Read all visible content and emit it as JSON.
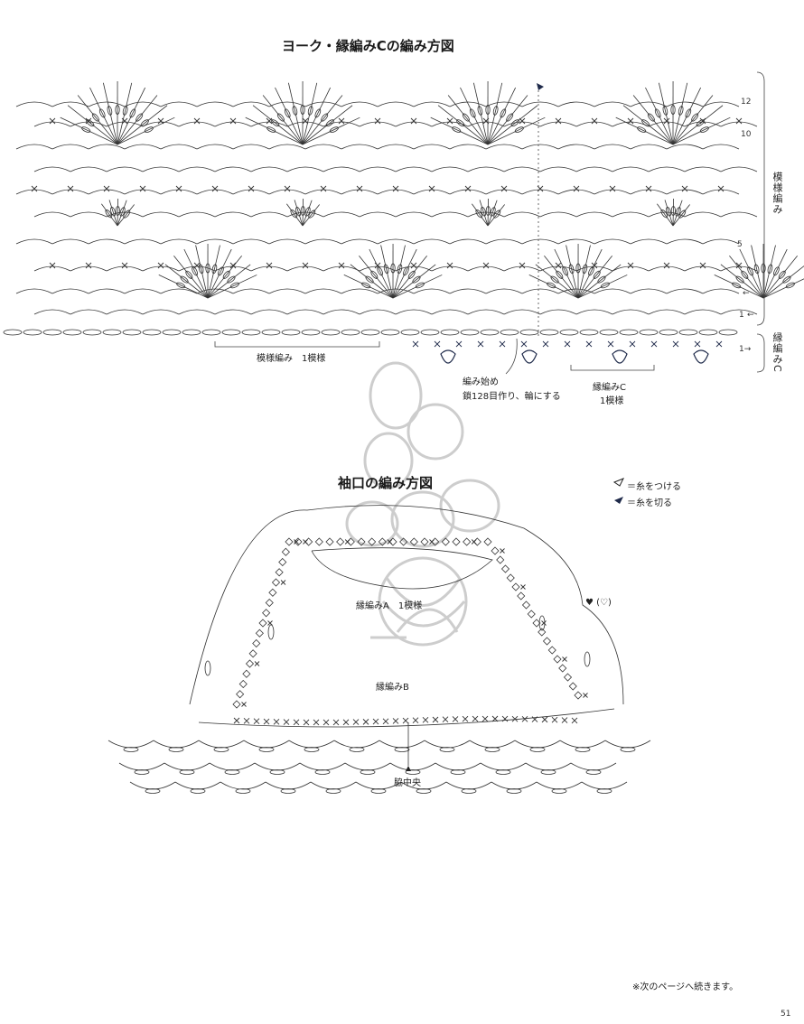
{
  "yoke": {
    "title": "ヨーク・縁編みCの編み方図",
    "row_numbers": [
      "12",
      "10",
      "5",
      "1"
    ],
    "row_arrows": [
      "←",
      "←",
      "1→"
    ],
    "section_pattern": "模様編み",
    "section_edging": "縁編みC",
    "repeat_label": "模様編み　1模様",
    "start_label_line1": "編み始め",
    "start_label_line2": "鎖128目作り、輪にする",
    "edging_repeat_line1": "縁編みC",
    "edging_repeat_line2": "1模様",
    "row_one_marker": "1→"
  },
  "sleeve": {
    "title": "袖口の編み方図",
    "legend_attach": "＝糸をつける",
    "legend_cut": "＝糸を切る",
    "heart_marker": "♥ (♡)",
    "edging_a_label": "縁編みA　1模様",
    "edging_b_label": "縁編みB",
    "side_center_label": "脇中央"
  },
  "footer": {
    "continue_note": "※次のページへ続きます。",
    "page_number": "51"
  },
  "colors": {
    "ink": "#1a1a1a",
    "watermark": "#c8c8c8",
    "navy_marker": "#1f2a4a"
  }
}
